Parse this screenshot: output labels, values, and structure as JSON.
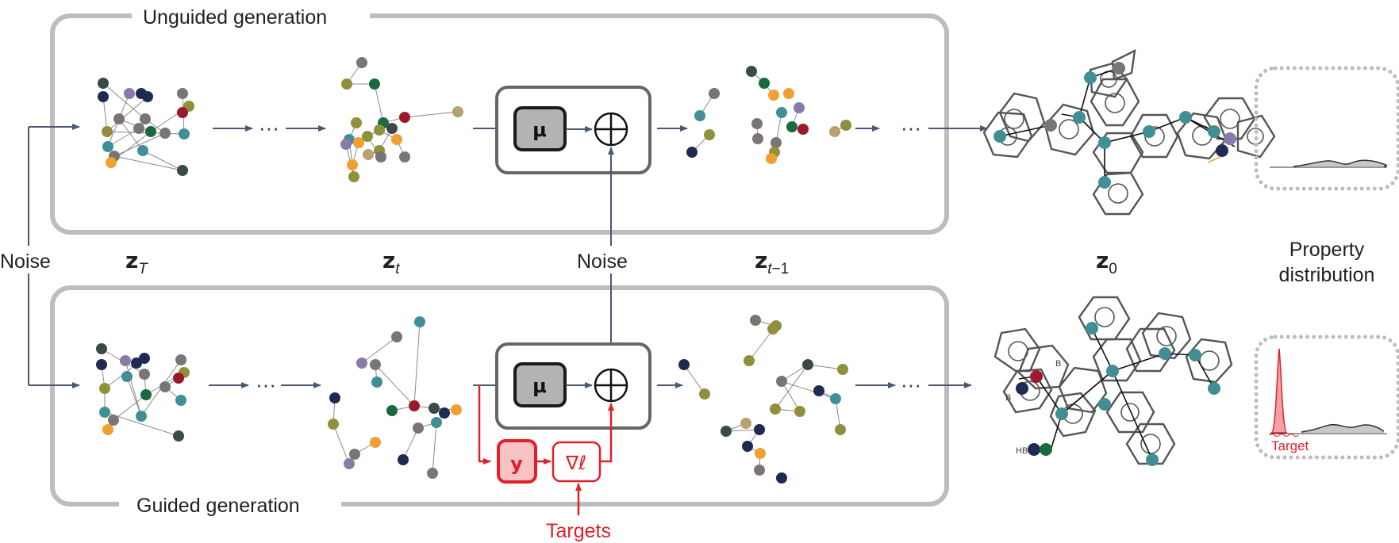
{
  "colors": {
    "frame": "#bdbdbd",
    "arrow": "#4a5870",
    "red": "#e0202a",
    "box_border": "#666666",
    "mu_fill": "#b3b3b3",
    "ring": "#555555",
    "teal": "#3f8f95",
    "navy": "#1e2a52",
    "olive": "#8f8f3c",
    "grey": "#7a7474",
    "orange": "#f0a030",
    "darkred": "#9a1a2a",
    "purple": "#8a7aaa",
    "green": "#1a6a40",
    "tan": "#b8a070",
    "slate": "#3a4a48"
  },
  "sections": {
    "top_title": "Unguided generation",
    "bottom_title": "Guided generation"
  },
  "labels": {
    "noise_left": "Noise",
    "noise_center": "Noise",
    "targets": "Targets",
    "property_line1": "Property",
    "property_line2": "distribution",
    "target": "Target",
    "ellipsis": "···"
  },
  "states": {
    "zT": {
      "base": "z",
      "sub": "T"
    },
    "zt": {
      "base": "z",
      "sub": "t"
    },
    "zt1": {
      "base": "z",
      "sub_italic": "t",
      "sub_rest": "−1"
    },
    "z0": {
      "base": "z",
      "sub": "0"
    }
  },
  "blocks": {
    "mu": "μ",
    "plus": "+",
    "y": "y",
    "grad": "∇ℓ"
  },
  "atom_labels": {
    "b1": "B",
    "b2": "B",
    "hb": "HB"
  },
  "icons": [
    "arrow-icon",
    "plus-circle-icon",
    "molecule-graph-icon",
    "distribution-plot-icon"
  ]
}
